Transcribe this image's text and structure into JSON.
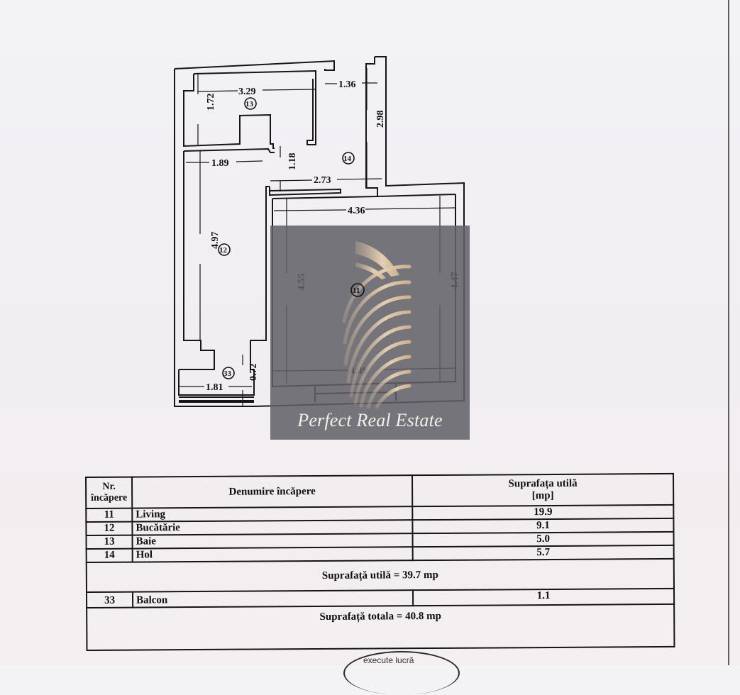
{
  "floor_plan": {
    "dimensions": {
      "d_3_29": "3.29",
      "d_1_36": "1.36",
      "d_1_72": "1.72",
      "d_2_98": "2.98",
      "d_1_89": "1.89",
      "d_1_18": "1.18",
      "d_2_73": "2.73",
      "d_4_36": "4.36",
      "d_4_97": "4.97",
      "d_4_55": "4.55",
      "d_4_47": "4.47",
      "d_4_49": "4.49",
      "d_1_81": "1.81",
      "d_0_72": "0.72"
    },
    "room_labels": {
      "r11": "11",
      "r12": "12",
      "r13": "13",
      "r14": "14",
      "r33": "33"
    }
  },
  "watermark": {
    "brand": "Perfect Real Estate",
    "overlay_color": "#5f6067",
    "logo_color": "#d9c3a5"
  },
  "table": {
    "header": {
      "nr_line1": "Nr.",
      "nr_line2": "încăpere",
      "name": "Denumire încăpere",
      "area_line1": "Suprafața utilă",
      "area_line2": "[mp]"
    },
    "rows": [
      {
        "nr": "11",
        "name": "Living",
        "area": "19.9"
      },
      {
        "nr": "12",
        "name": "Bucătărie",
        "area": "9.1"
      },
      {
        "nr": "13",
        "name": "Baie",
        "area": "5.0"
      },
      {
        "nr": "14",
        "name": "Hol",
        "area": "5.7"
      }
    ],
    "useful_total": "Suprafață utilă = 39.7 mp",
    "balcony": {
      "nr": "33",
      "name": "Balcon",
      "area": "1.1"
    },
    "grand_total": "Suprafață totala = 40.8 mp"
  },
  "stamp": {
    "text": "execute lucră"
  }
}
